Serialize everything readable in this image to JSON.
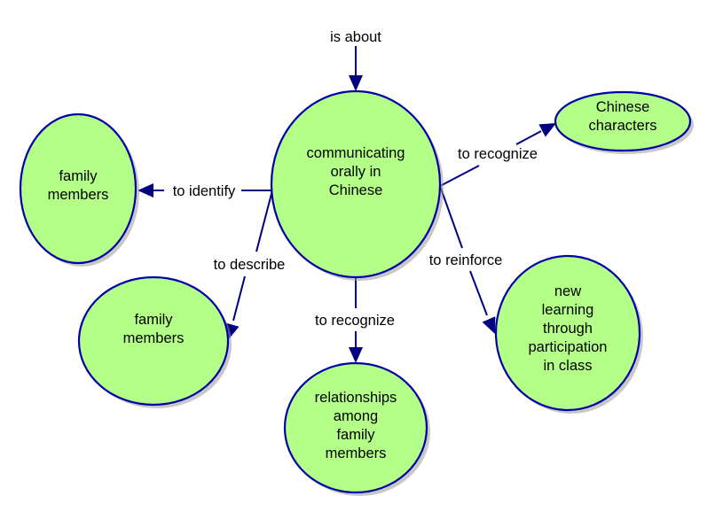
{
  "diagram": {
    "type": "concept-map",
    "colors": {
      "node_fill": "#b3ff87",
      "node_stroke": "#0000a8",
      "link": "#000080",
      "text": "#000000",
      "background": "#ffffff"
    },
    "nodes": [
      {
        "id": "center",
        "lines": [
          "communicating",
          "orally in",
          "Chinese"
        ]
      },
      {
        "id": "family1",
        "lines": [
          "family",
          "members"
        ]
      },
      {
        "id": "family2",
        "lines": [
          "family",
          "members"
        ]
      },
      {
        "id": "relationships",
        "lines": [
          "relationships",
          "among",
          "family",
          "members"
        ]
      },
      {
        "id": "learning",
        "lines": [
          "new",
          "learning",
          "through",
          "participation",
          "in class"
        ]
      },
      {
        "id": "characters",
        "lines": [
          "Chinese",
          "characters"
        ]
      }
    ],
    "links": [
      {
        "id": "is-about",
        "label": "is about",
        "from": "",
        "to": "center"
      },
      {
        "id": "to-identify",
        "label": "to identify",
        "from": "center",
        "to": "family1"
      },
      {
        "id": "to-describe",
        "label": "to describe",
        "from": "center",
        "to": "family2"
      },
      {
        "id": "to-recognize-relationships",
        "label": "to recognize",
        "from": "center",
        "to": "relationships"
      },
      {
        "id": "to-reinforce",
        "label": "to reinforce",
        "from": "center",
        "to": "learning"
      },
      {
        "id": "to-recognize-characters",
        "label": "to recognize",
        "from": "center",
        "to": "characters"
      }
    ]
  }
}
